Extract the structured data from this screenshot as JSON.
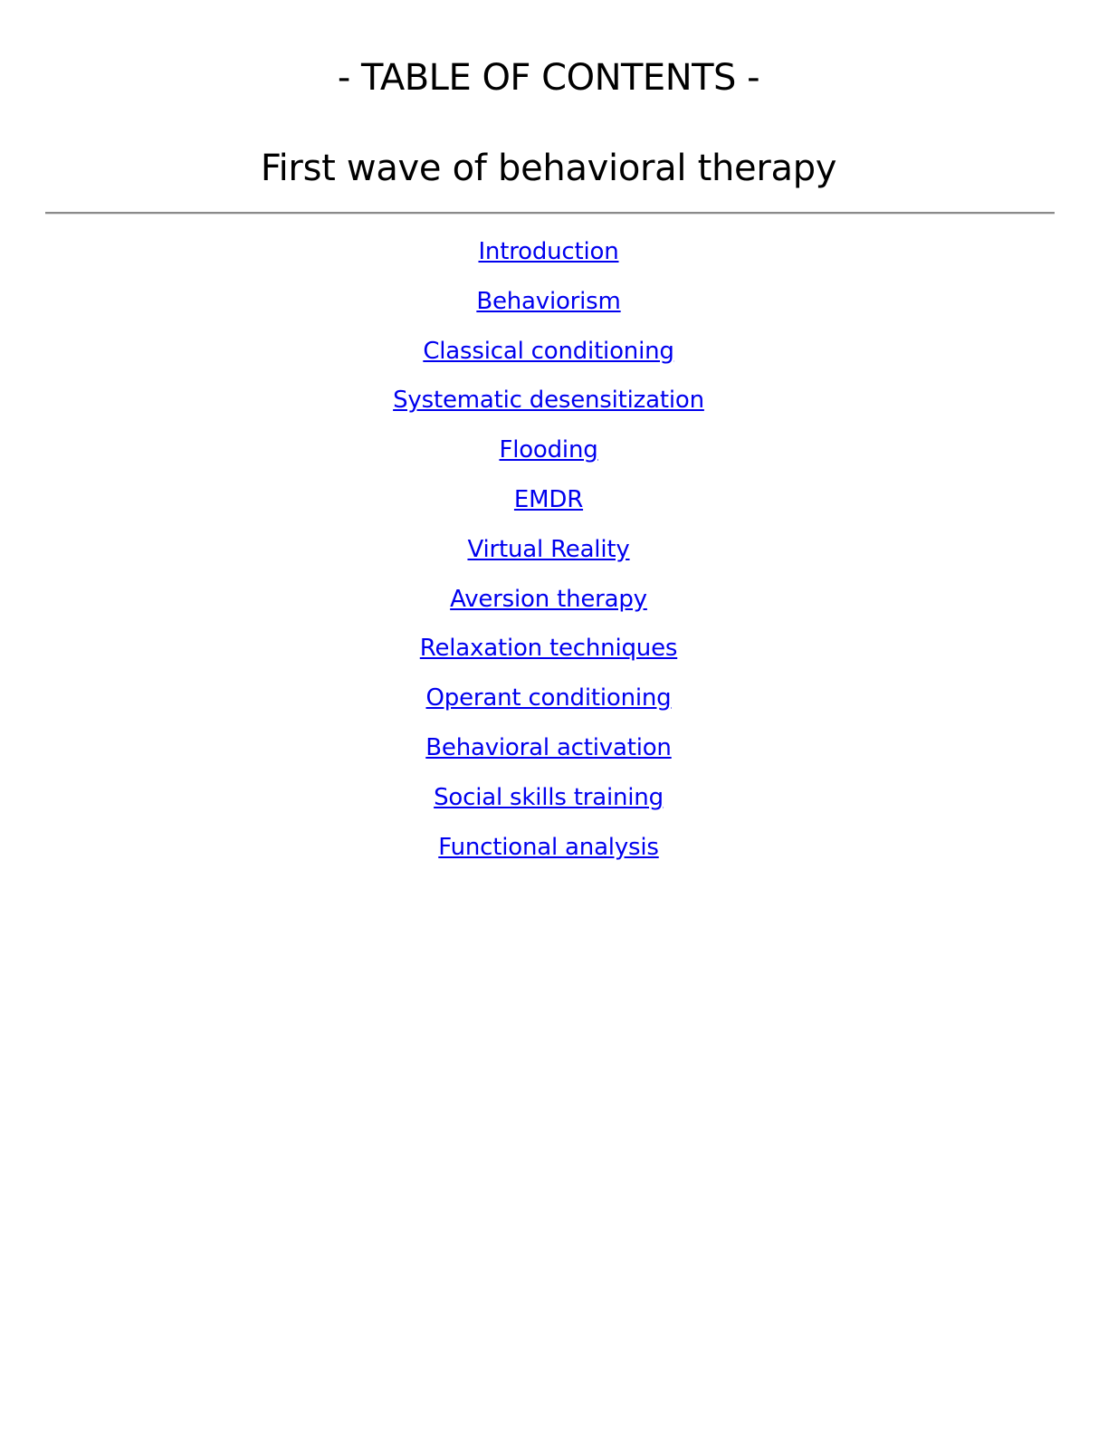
{
  "header": {
    "toc_title": "- TABLE OF CONTENTS -",
    "subtitle": "First wave of behavioral therapy"
  },
  "toc": {
    "items": [
      {
        "label": "Introduction"
      },
      {
        "label": "Behaviorism"
      },
      {
        "label": "Classical conditioning"
      },
      {
        "label": "Systematic desensitization"
      },
      {
        "label": "Flooding"
      },
      {
        "label": "EMDR"
      },
      {
        "label": "Virtual Reality"
      },
      {
        "label": "Aversion therapy"
      },
      {
        "label": "Relaxation techniques"
      },
      {
        "label": "Operant conditioning"
      },
      {
        "label": "Behavioral activation"
      },
      {
        "label": "Social skills training"
      },
      {
        "label": "Functional analysis"
      }
    ]
  },
  "colors": {
    "link": "#0000ee",
    "text": "#000000",
    "divider": "#8a8a8a"
  }
}
